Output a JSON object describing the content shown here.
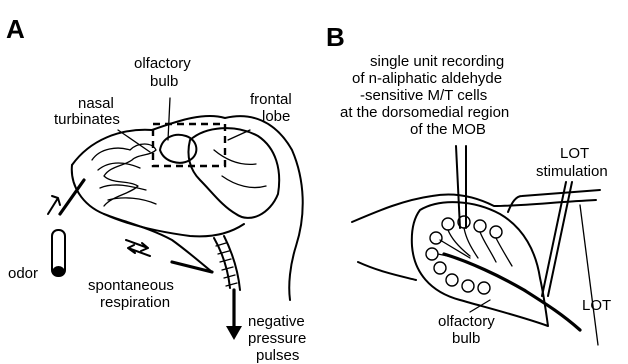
{
  "panel_a": {
    "letter": "A",
    "labels": {
      "olfactory_bulb_1": "olfactory",
      "olfactory_bulb_2": "bulb",
      "nasal_turbinates_1": "nasal",
      "nasal_turbinates_2": "turbinates",
      "frontal_lobe_1": "frontal",
      "frontal_lobe_2": "lobe",
      "odor": "odor",
      "spontaneous_respiration_1": "spontaneous",
      "spontaneous_respiration_2": "respiration",
      "negative_pressure_1": "negative",
      "negative_pressure_2": "pressure",
      "negative_pressure_3": "pulses"
    }
  },
  "panel_b": {
    "letter": "B",
    "labels": {
      "recording_1": "single unit recording",
      "recording_2": "of n-aliphatic aldehyde",
      "recording_3": "-sensitive M/T cells",
      "recording_4": "at the dorsomedial region",
      "recording_5": "of the MOB",
      "lot_stim_1": "LOT",
      "lot_stim_2": "stimulation",
      "lot": "LOT",
      "olfactory_bulb_1": "olfactory",
      "olfactory_bulb_2": "bulb"
    }
  }
}
